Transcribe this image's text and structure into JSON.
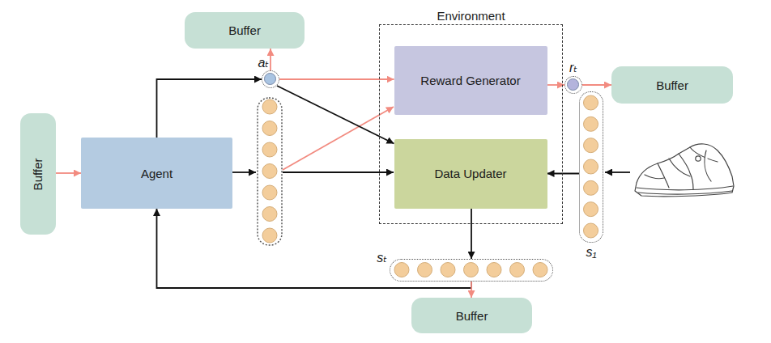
{
  "diagram": {
    "nodes": [
      {
        "text": [
          "Buffer"
        ]
      },
      {
        "text": [
          "aₜ"
        ]
      },
      {
        "text": [
          "Environment"
        ]
      },
      {
        "text": [
          "Reward Generator"
        ],
        "in": 2
      },
      {
        "text": [
          "rₜ"
        ]
      },
      {
        "text": [
          "Buffer"
        ]
      },
      {
        "text": [
          "Buffer"
        ]
      },
      {
        "text": [
          "Agent"
        ]
      },
      {
        "text": [
          "Data Updater"
        ],
        "in": 2
      },
      {
        "text": [
          "s₁"
        ]
      },
      {
        "text": [
          "sₜ"
        ]
      },
      {
        "text": [
          "Buffer"
        ]
      }
    ],
    "edges": [
      {
        "from": 6,
        "to": 7,
        "arrow": "to"
      },
      {
        "from": 7,
        "to": 1,
        "arrow": "to"
      },
      {
        "from": 1,
        "to": 0,
        "arrow": "to"
      },
      {
        "from": 1,
        "to": 3,
        "arrow": "to"
      },
      {
        "from": 1,
        "to": 8,
        "arrow": "to"
      },
      {
        "from": 3,
        "to": 4,
        "arrow": "to"
      },
      {
        "from": 4,
        "to": 5,
        "arrow": "to"
      },
      {
        "from": 9,
        "to": 8,
        "arrow": "to"
      },
      {
        "from": 8,
        "to": 10,
        "arrow": "to"
      },
      {
        "from": 10,
        "to": 7,
        "arrow": "to"
      },
      {
        "from": 10,
        "to": 11,
        "arrow": "to"
      }
    ]
  }
}
